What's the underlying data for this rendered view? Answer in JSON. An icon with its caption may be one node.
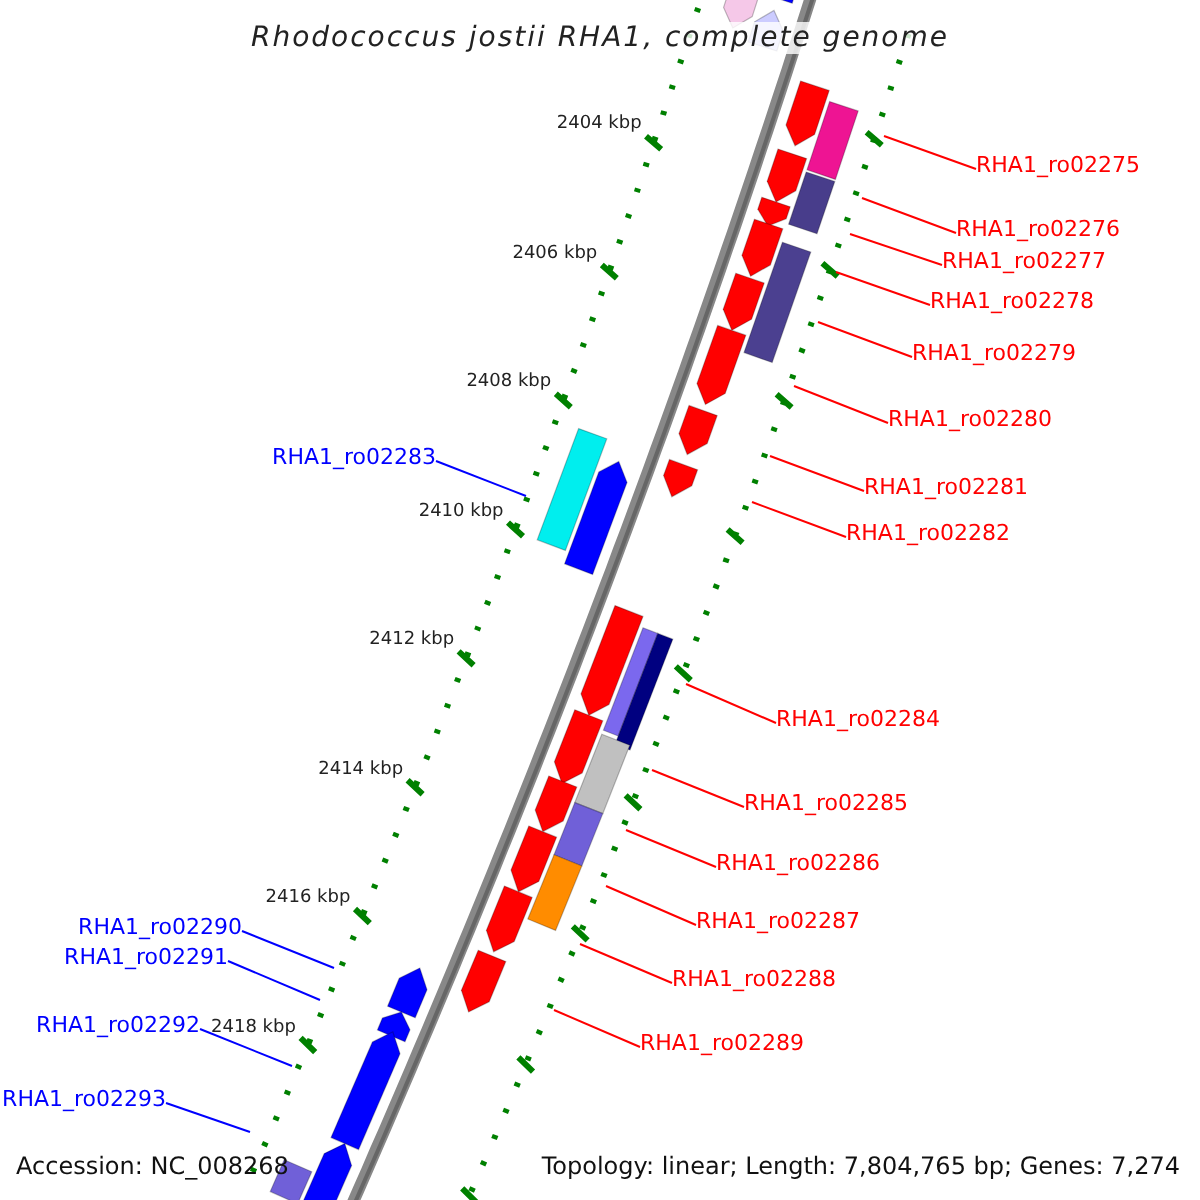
{
  "diagram": {
    "title": "Rhodococcus jostii RHA1, complete genome",
    "nodes": [
      {
        "text": [
          "RHA1_ro02275"
        ]
      },
      {
        "text": [
          "RHA1_ro02276"
        ]
      },
      {
        "text": [
          "RHA1_ro02277"
        ]
      },
      {
        "text": [
          "RHA1_ro02278"
        ]
      },
      {
        "text": [
          "RHA1_ro02279"
        ]
      },
      {
        "text": [
          "RHA1_ro02280"
        ]
      },
      {
        "text": [
          "RHA1_ro02281"
        ]
      },
      {
        "text": [
          "RHA1_ro02282"
        ]
      },
      {
        "text": [
          "RHA1_ro02283"
        ]
      },
      {
        "text": [
          "RHA1_ro02284"
        ]
      },
      {
        "text": [
          "RHA1_ro02285"
        ]
      },
      {
        "text": [
          "RHA1_ro02286"
        ]
      },
      {
        "text": [
          "RHA1_ro02287"
        ]
      },
      {
        "text": [
          "RHA1_ro02288"
        ]
      },
      {
        "text": [
          "RHA1_ro02289"
        ]
      },
      {
        "text": [
          "RHA1_ro02290"
        ]
      },
      {
        "text": [
          "RHA1_ro02291"
        ]
      },
      {
        "text": [
          "RHA1_ro02292"
        ]
      },
      {
        "text": [
          "RHA1_ro02293"
        ]
      }
    ],
    "edges": [
      {
        "from": 0,
        "to": null,
        "arrow": "none"
      },
      {
        "from": 1,
        "to": null,
        "arrow": "none"
      },
      {
        "from": 2,
        "to": null,
        "arrow": "none"
      },
      {
        "from": 3,
        "to": null,
        "arrow": "none"
      },
      {
        "from": 4,
        "to": null,
        "arrow": "none"
      },
      {
        "from": 5,
        "to": null,
        "arrow": "none"
      },
      {
        "from": 6,
        "to": null,
        "arrow": "none"
      },
      {
        "from": 7,
        "to": null,
        "arrow": "none"
      },
      {
        "from": 8,
        "to": null,
        "arrow": "none",
        "color": "#0000ff"
      },
      {
        "from": 9,
        "to": null,
        "arrow": "none"
      },
      {
        "from": 10,
        "to": null,
        "arrow": "none"
      },
      {
        "from": 11,
        "to": null,
        "arrow": "none"
      },
      {
        "from": 12,
        "to": null,
        "arrow": "none"
      },
      {
        "from": 13,
        "to": null,
        "arrow": "none"
      },
      {
        "from": 14,
        "to": null,
        "arrow": "none"
      },
      {
        "from": 15,
        "to": null,
        "arrow": "none",
        "color": "#0000ff"
      },
      {
        "from": 16,
        "to": null,
        "arrow": "none",
        "color": "#0000ff"
      },
      {
        "from": 17,
        "to": null,
        "arrow": "none",
        "color": "#0000ff"
      },
      {
        "from": 18,
        "to": null,
        "arrow": "none",
        "color": "#0000ff"
      }
    ],
    "labels": [
      "2404 kbp",
      "2406 kbp",
      "2408 kbp",
      "2410 kbp",
      "2412 kbp",
      "2414 kbp",
      "2416 kbp",
      "2418 kbp",
      "Accession: NC_008268",
      "Topology: linear; Length: 7,804,765 bp; Genes: 7,274"
    ]
  }
}
